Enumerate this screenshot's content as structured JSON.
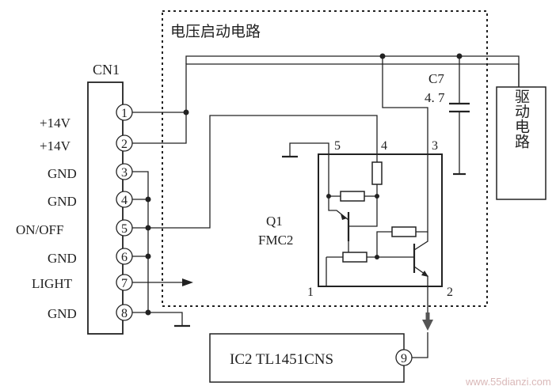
{
  "section_title": "电压启动电路",
  "connector": {
    "name": "CN1",
    "pins": [
      {
        "no": "1",
        "label": "+14V"
      },
      {
        "no": "2",
        "label": "+14V"
      },
      {
        "no": "3",
        "label": "GND"
      },
      {
        "no": "4",
        "label": "GND"
      },
      {
        "no": "5",
        "label": "ON/OFF"
      },
      {
        "no": "6",
        "label": "GND"
      },
      {
        "no": "7",
        "label": "LIGHT"
      },
      {
        "no": "8",
        "label": "GND"
      }
    ]
  },
  "capacitor": {
    "name": "C7",
    "value": "4. 7"
  },
  "drive_block": {
    "label": "驱动电路"
  },
  "transistor": {
    "name": "Q1",
    "part": "FMC2",
    "pins": [
      "5",
      "4",
      "3",
      "1",
      "2"
    ]
  },
  "ic": {
    "label": "IC2  TL1451CNS",
    "pin": "9"
  },
  "watermark": "www.55dianzi.com"
}
